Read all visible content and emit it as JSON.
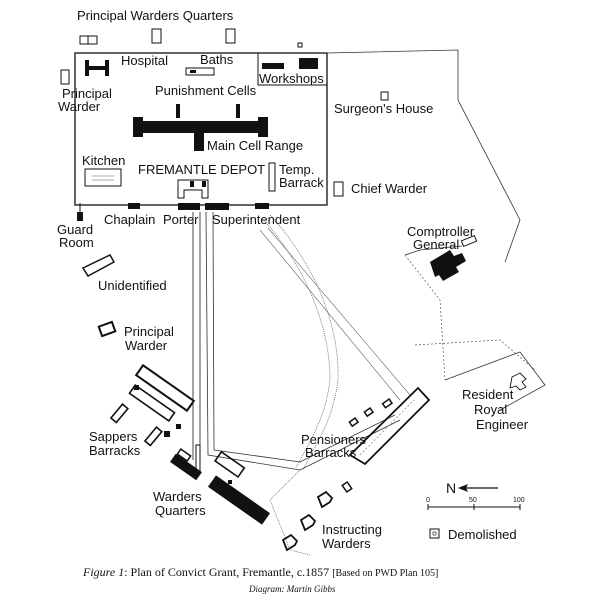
{
  "labels": {
    "principal_warders_quarters": "Principal Warders Quarters",
    "hospital": "Hospital",
    "baths": "Baths",
    "workshops": "Workshops",
    "principal_warder_1": "Principal",
    "principal_warder_1b": "Warder",
    "punishment_cells": "Punishment Cells",
    "surgeons_house": "Surgeon's House",
    "main_cell_range": "Main Cell Range",
    "kitchen": "Kitchen",
    "fremantle_depot": "FREMANTLE DEPOT",
    "temp_barrack_1": "Temp.",
    "temp_barrack_2": "Barrack",
    "chief_warder": "Chief Warder",
    "guard_room_1": "Guard",
    "guard_room_2": "Room",
    "chaplain": "Chaplain",
    "porter": "Porter",
    "superintendent": "Superintendent",
    "comptroller_1": "Comptroller",
    "comptroller_2": "General",
    "unidentified": "Unidentified",
    "principal_warder_2": "Principal",
    "principal_warder_2b": "Warder",
    "resident_1": "Resident",
    "resident_2": "Royal",
    "resident_3": "Engineer",
    "sappers_1": "Sappers",
    "sappers_2": "Barracks",
    "pensioners_1": "Pensioners",
    "pensioners_2": "Barracks",
    "warders_q_1": "Warders",
    "warders_q_2": "Quarters",
    "instructing_1": "Instructing",
    "instructing_2": "Warders"
  },
  "legend": {
    "north": "N",
    "scale_0": "0",
    "scale_50": "50",
    "scale_100": "100",
    "demolished": "Demolished"
  },
  "caption": {
    "figure": "Figure 1",
    "text": ": Plan of Convict Grant, Fremantle, c.1857",
    "source": "[Based on PWD Plan 105]",
    "credit": "Diagram: Martin Gibbs"
  }
}
